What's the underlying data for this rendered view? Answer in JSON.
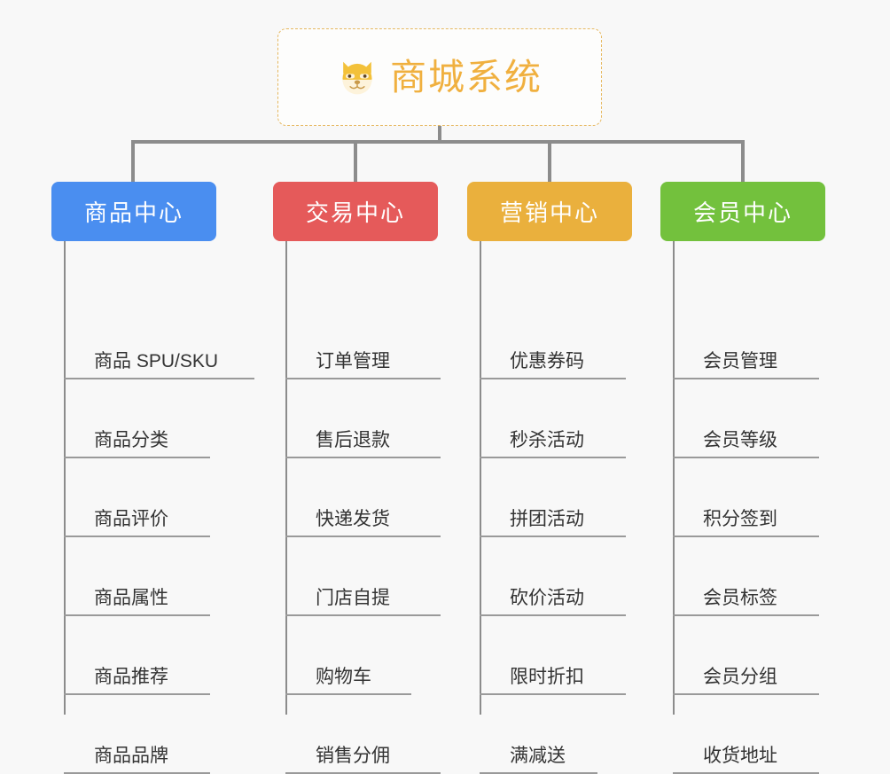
{
  "diagram": {
    "type": "org-chart",
    "root": {
      "title": "商城系统",
      "icon": "dog-face-emoji",
      "border_color": "#e6b860",
      "text_color": "#f0b03f"
    },
    "branches": [
      {
        "title": "商品中心",
        "color": "#4a8ef0",
        "items": [
          "商品 SPU/SKU",
          "商品分类",
          "商品评价",
          "商品属性",
          "商品推荐",
          "商品品牌"
        ]
      },
      {
        "title": "交易中心",
        "color": "#e55a5a",
        "items": [
          "订单管理",
          "售后退款",
          "快递发货",
          "门店自提",
          "购物车",
          "销售分佣"
        ]
      },
      {
        "title": "营销中心",
        "color": "#eab03d",
        "items": [
          "优惠券码",
          "秒杀活动",
          "拼团活动",
          "砍价活动",
          "限时折扣",
          "满减送"
        ]
      },
      {
        "title": "会员中心",
        "color": "#73c13d",
        "items": [
          "会员管理",
          "会员等级",
          "积分签到",
          "会员标签",
          "会员分组",
          "收货地址"
        ]
      }
    ],
    "connector_color": "#8c8c8c",
    "background": "#f8f8f8"
  }
}
